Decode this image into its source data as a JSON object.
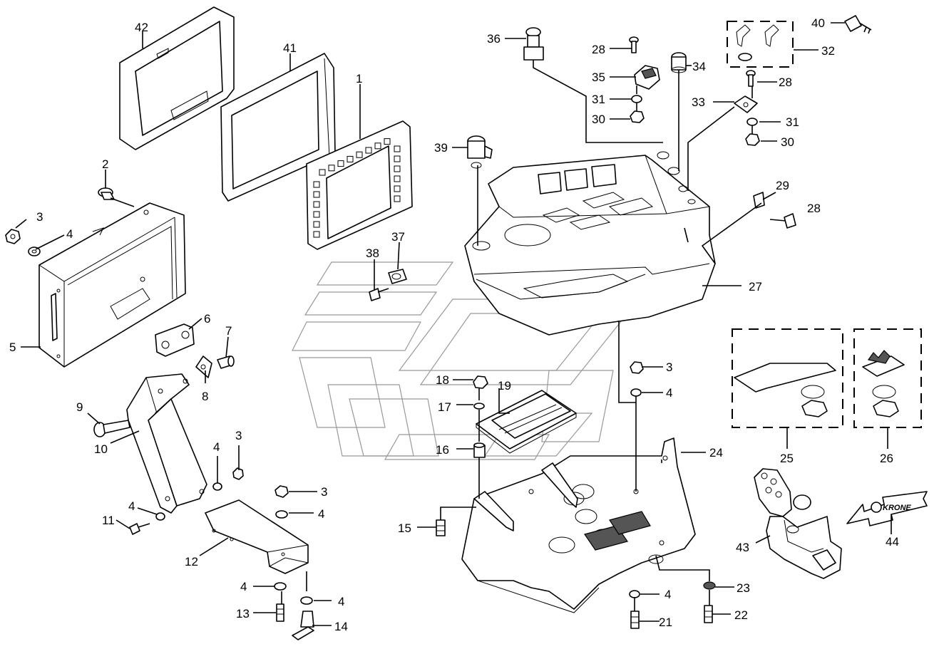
{
  "labels": {
    "l1": "1",
    "l2": "2",
    "l3a": "3",
    "l3b": "3",
    "l3c": "3",
    "l3d": "3",
    "l4a": "4",
    "l4b": "4",
    "l4c": "4",
    "l4d": "4",
    "l4e": "4",
    "l4f": "4",
    "l4g": "4",
    "l4h": "4",
    "l5": "5",
    "l6": "6",
    "l7": "7",
    "l8": "8",
    "l9": "9",
    "l10": "10",
    "l11": "11",
    "l12": "12",
    "l13": "13",
    "l14": "14",
    "l15": "15",
    "l16": "16",
    "l17": "17",
    "l18": "18",
    "l19": "19",
    "l21": "21",
    "l22": "22",
    "l23": "23",
    "l24": "24",
    "l25": "25",
    "l26": "26",
    "l27": "27",
    "l28a": "28",
    "l28b": "28",
    "l28c": "28",
    "l29": "29",
    "l30a": "30",
    "l30b": "30",
    "l31a": "31",
    "l31b": "31",
    "l32": "32",
    "l33": "33",
    "l34": "34",
    "l35": "35",
    "l36": "36",
    "l37": "37",
    "l38": "38",
    "l39": "39",
    "l40": "40",
    "l41": "41",
    "l42": "42",
    "l43": "43",
    "l44": "44"
  },
  "logo": {
    "text": "KRONE"
  }
}
